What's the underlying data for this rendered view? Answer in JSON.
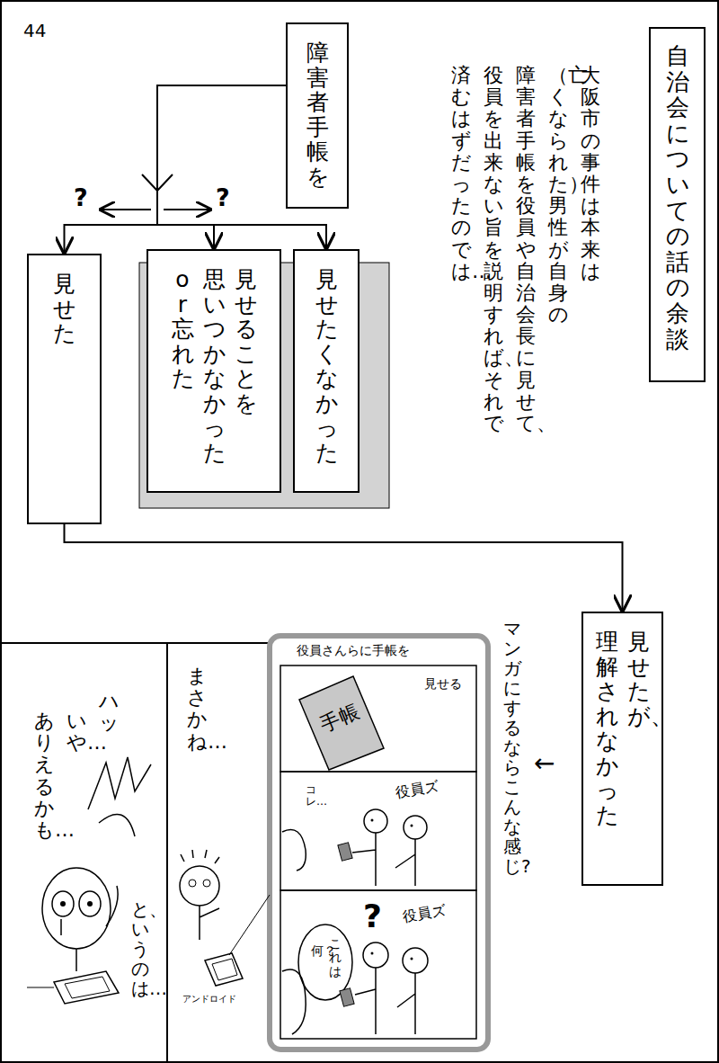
{
  "diagram": {
    "title": "自治会についての話の余談",
    "nodes": [
      {
        "text": [
          "障害者手帳を"
        ]
      },
      {
        "text": [
          "見せた"
        ]
      },
      {
        "text": [
          "見せることを",
          "思いつかなかった",
          "or 忘れた"
        ]
      },
      {
        "text": [
          "見せたくなかった"
        ]
      },
      {
        "text": [
          "見せたが、",
          "理解されなかった"
        ]
      }
    ],
    "edges": [
      {
        "from": 0,
        "to": 1,
        "arrow": "to"
      },
      {
        "from": 0,
        "to": 2,
        "arrow": "to"
      },
      {
        "from": 0,
        "to": 3,
        "arrow": "to"
      },
      {
        "from": 1,
        "to": 4,
        "arrow": "to"
      }
    ],
    "labels": [
      "44",
      "大阪市の事件は本来は",
      "（亡くなられた）男性が自身の",
      "障害者手帳を役員や自治会長に見せて、",
      "役員を出来ない旨を説明すれば、それで",
      "済むはずだったのでは…",
      "?",
      "?",
      "←",
      "マンガにするならこんな感じ?",
      "役員さんらに手帳を",
      "見せる",
      "手帳",
      "コレ…",
      "役員ズ",
      "これは",
      "何？",
      "?",
      "役員ズ",
      "まさかね…",
      "アンドロイド",
      "ハッ",
      "いや…",
      "ありえるかも…",
      "と、いうのは…"
    ]
  }
}
